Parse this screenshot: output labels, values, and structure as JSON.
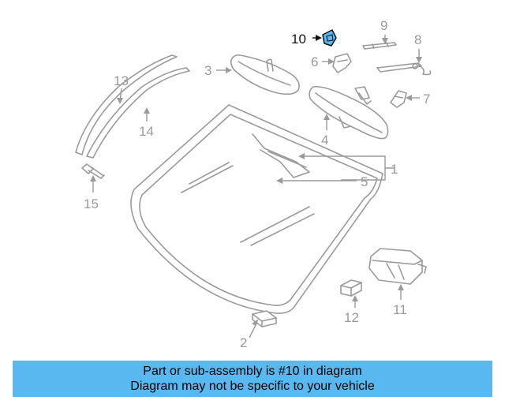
{
  "callouts": {
    "c1": "1",
    "c2": "2",
    "c3": "3",
    "c4": "4",
    "c5": "5",
    "c6": "6",
    "c7": "7",
    "c8": "8",
    "c9": "9",
    "c10": "10",
    "c11": "11",
    "c12": "12",
    "c13": "13",
    "c14": "14",
    "c15": "15"
  },
  "banner": {
    "line1": "Part or sub-assembly is #10 in diagram",
    "line2": "Diagram may not be specific to your vehicle"
  },
  "colors": {
    "banner_bg": "#5ab8f0",
    "highlight_part": "#5ab8f0",
    "line_art": "#9a9a9a"
  }
}
